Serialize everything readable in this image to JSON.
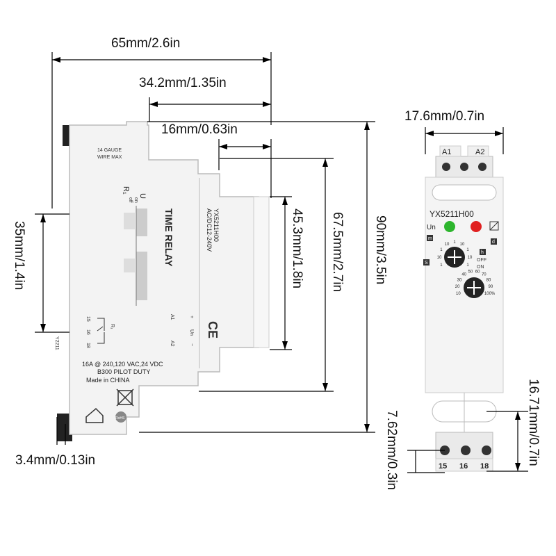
{
  "dimensions": {
    "width_total": "65mm/2.6in",
    "width_body": "34.2mm/1.35in",
    "width_front": "16mm/0.63in",
    "height_total": "90mm/3.5in",
    "height_body": "67.5mm/2.7in",
    "height_front": "45.3mm/1.8in",
    "height_rail": "35mm/1.4in",
    "clip_gap": "3.4mm/0.13in",
    "front_width": "17.6mm/0.7in",
    "terminal_height": "16.71mm/0.7in",
    "terminal_pitch": "7.62mm/0.3in"
  },
  "side_label": {
    "wire": [
      "14 GAUGE",
      "WIRE MAX"
    ],
    "u": "U",
    "r1": "R₁",
    "on": "on",
    "off": "off",
    "product": "TIME RELAY",
    "model": "YX5211H00",
    "voltage": "AC/DC12-240V",
    "pins_left": [
      "15",
      "16",
      "18"
    ],
    "r_label": "R₁",
    "a1": "A1",
    "a2": "A2",
    "un": "Un",
    "plus": "+",
    "minus": "−",
    "ce": "CE",
    "rating": "16A @ 240,120 VAC,24 VDC",
    "pilot": "B300 PILOT DUTY",
    "made": "Made in CHINA",
    "code": "Y2211",
    "rohs": "RoHS"
  },
  "front_label": {
    "a1": "A1",
    "a2": "A2",
    "model": "YX5211H00",
    "un": "Un",
    "led_green": "#2db52d",
    "led_red": "#e02020",
    "unit_m": "m",
    "unit_h": "h",
    "unit_d": "d",
    "unit_s": "S",
    "off": "OFF",
    "on": "ON",
    "dial1_ticks": [
      "1",
      "10",
      "1",
      "10",
      "1",
      "10",
      "1",
      "10",
      "1"
    ],
    "dial2_ticks": [
      "10",
      "20",
      "30",
      "40",
      "50",
      "60",
      "70",
      "80",
      "90",
      "100%"
    ],
    "terminals_bottom": [
      "15",
      "16",
      "18"
    ]
  }
}
